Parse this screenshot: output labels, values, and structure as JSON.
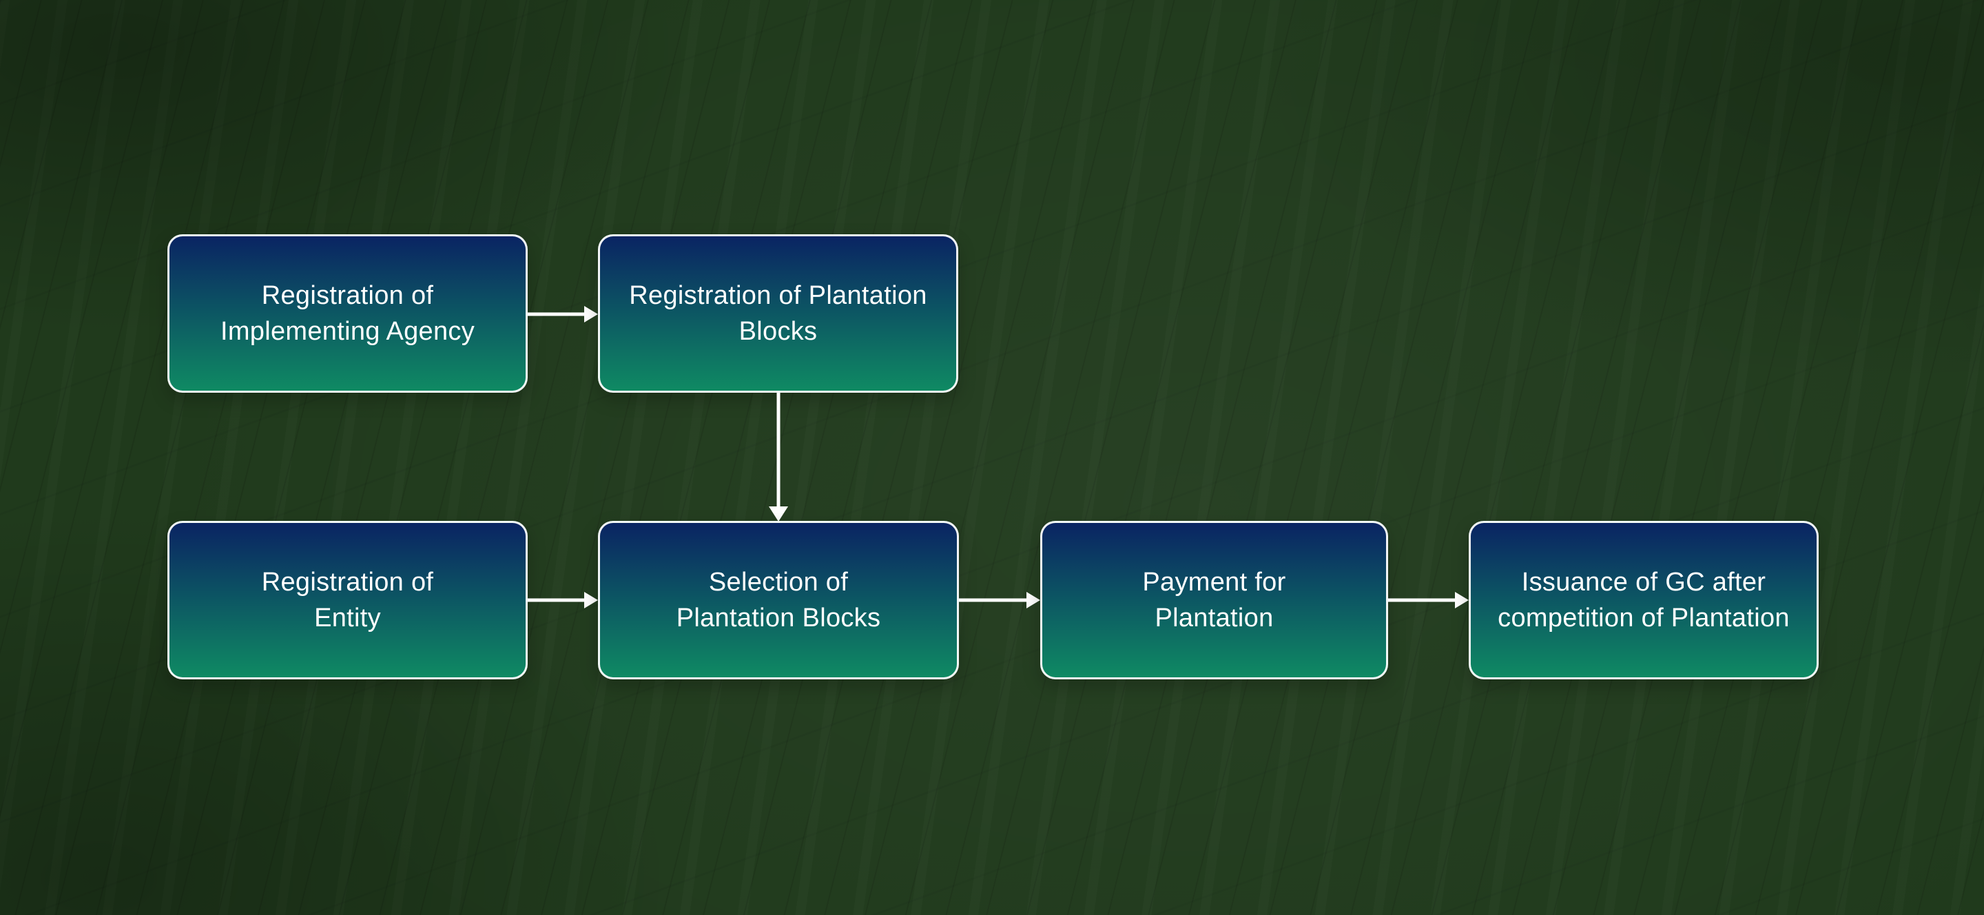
{
  "flowchart": {
    "boxes": [
      {
        "id": "registration-implementing-agency",
        "line1": "Registration of",
        "line2": "Implementing Agency"
      },
      {
        "id": "registration-plantation-blocks",
        "line1": "Registration of Plantation",
        "line2": "Blocks"
      },
      {
        "id": "registration-entity",
        "line1": "Registration of",
        "line2": "Entity"
      },
      {
        "id": "selection-plantation-blocks",
        "line1": "Selection of",
        "line2": "Plantation Blocks"
      },
      {
        "id": "payment-for-plantation",
        "line1": "Payment for",
        "line2": "Plantation"
      },
      {
        "id": "issuance-of-gc",
        "line1": "Issuance of GC after",
        "line2": "competition of Plantation"
      }
    ],
    "arrows": [
      {
        "from": "registration-implementing-agency",
        "to": "registration-plantation-blocks",
        "direction": "right"
      },
      {
        "from": "registration-plantation-blocks",
        "to": "selection-plantation-blocks",
        "direction": "down"
      },
      {
        "from": "registration-entity",
        "to": "selection-plantation-blocks",
        "direction": "right"
      },
      {
        "from": "selection-plantation-blocks",
        "to": "payment-for-plantation",
        "direction": "right"
      },
      {
        "from": "payment-for-plantation",
        "to": "issuance-of-gc",
        "direction": "right"
      }
    ],
    "colors": {
      "background": "#203a1c",
      "box_gradient_top": "#0a2463",
      "box_gradient_bottom": "#0f8a63",
      "box_border": "#ffffff",
      "arrow": "#ffffff",
      "text": "#ffffff"
    }
  }
}
